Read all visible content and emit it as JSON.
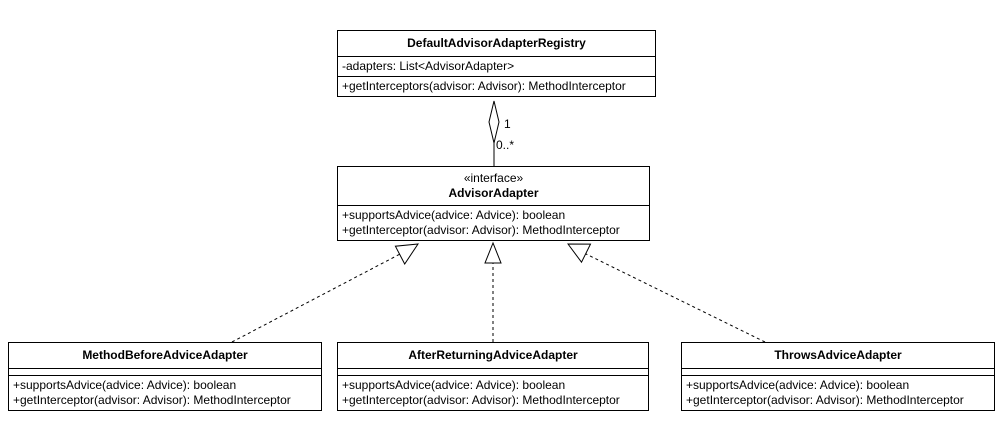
{
  "classes": {
    "registry": {
      "name": "DefaultAdvisorAdapterRegistry",
      "attributes": [
        "-adapters: List<AdvisorAdapter>"
      ],
      "operations": [
        "+getInterceptors(advisor: Advisor): MethodInterceptor"
      ]
    },
    "adapter": {
      "stereotype": "«interface»",
      "name": "AdvisorAdapter",
      "operations": [
        "+supportsAdvice(advice: Advice): boolean",
        "+getInterceptor(advisor: Advisor): MethodInterceptor"
      ]
    },
    "before": {
      "name": "MethodBeforeAdviceAdapter",
      "operations": [
        "+supportsAdvice(advice: Advice): boolean",
        "+getInterceptor(advisor: Advisor): MethodInterceptor"
      ]
    },
    "after": {
      "name": "AfterReturningAdviceAdapter",
      "operations": [
        "+supportsAdvice(advice: Advice): boolean",
        "+getInterceptor(advisor: Advisor): MethodInterceptor"
      ]
    },
    "throws": {
      "name": "ThrowsAdviceAdapter",
      "operations": [
        "+supportsAdvice(advice: Advice): boolean",
        "+getInterceptor(advisor: Advisor): MethodInterceptor"
      ]
    }
  },
  "aggregation": {
    "source_multiplicity": "1",
    "target_multiplicity": "0..*"
  }
}
